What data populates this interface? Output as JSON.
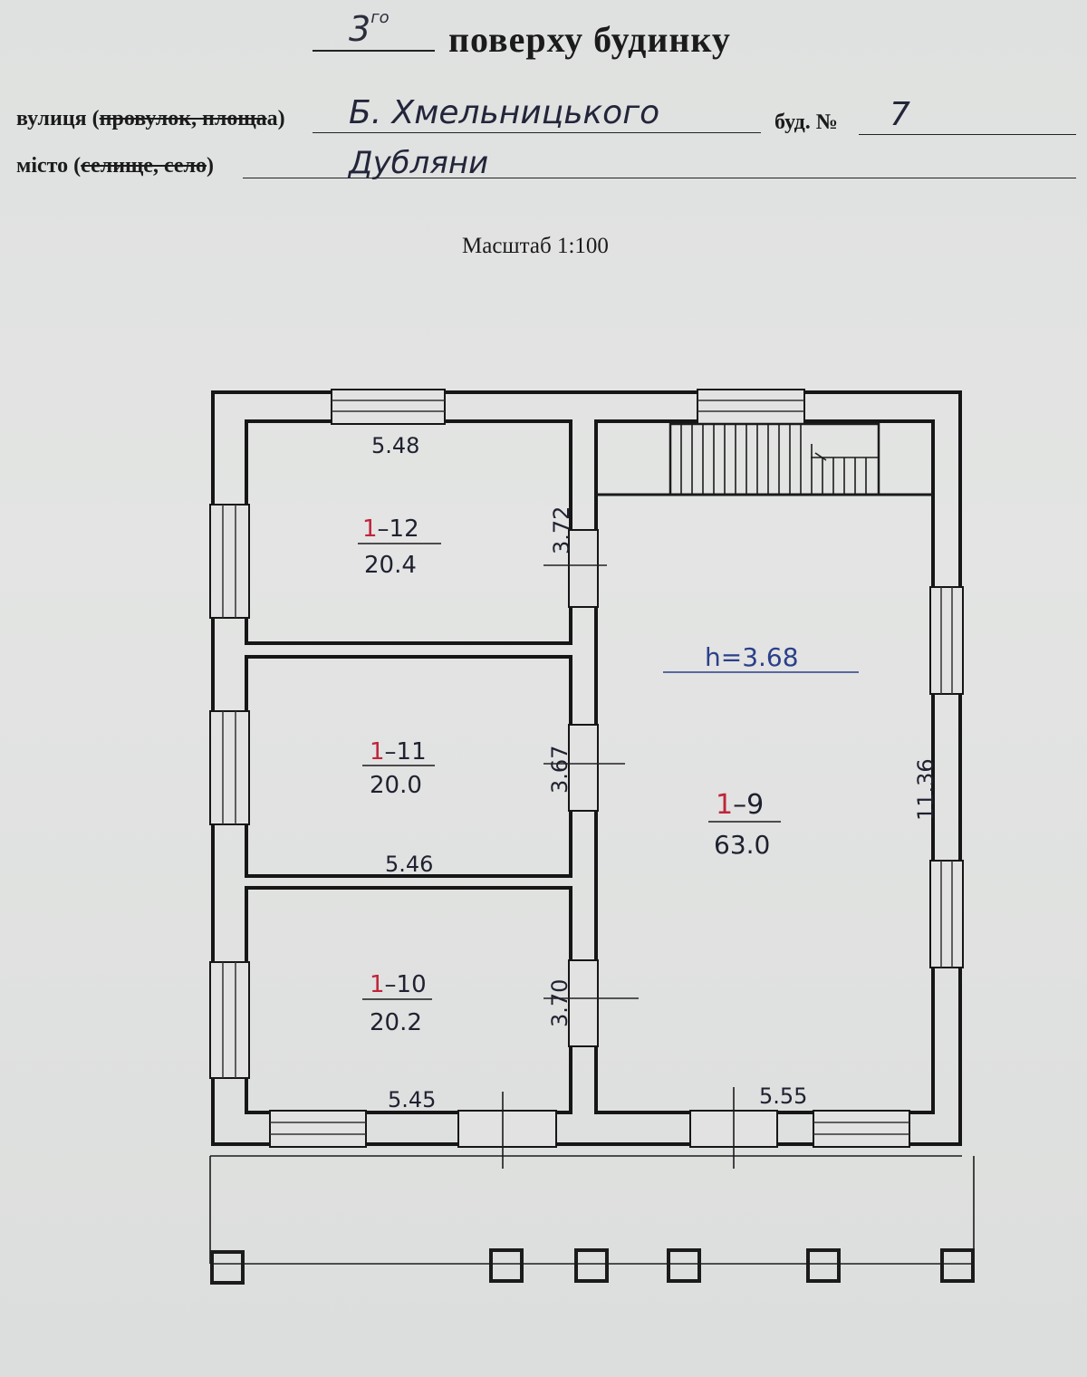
{
  "header": {
    "floor_number": "3",
    "floor_suffix": "го",
    "title": "поверху будинку"
  },
  "address": {
    "street_label": "вулиця",
    "street_struck": "провулок, площа",
    "street_value": "Б. Хмельницького",
    "building_label": "буд. №",
    "building_value": "7",
    "city_label": "місто",
    "city_struck": "селище, село",
    "city_value": "Дубляни"
  },
  "scale_label": "Масштаб 1:100",
  "rooms": [
    {
      "id": "room-1-12",
      "prefix": "1",
      "suffix": "–12",
      "area": "20.4",
      "width": "5.48",
      "depth": "3.72"
    },
    {
      "id": "room-1-11",
      "prefix": "1",
      "suffix": "–11",
      "area": "20.0",
      "width": "5.46",
      "depth": "3.67"
    },
    {
      "id": "room-1-10",
      "prefix": "1",
      "suffix": "–10",
      "area": "20.2",
      "width": "5.45",
      "depth": "3.70"
    },
    {
      "id": "room-1-9",
      "prefix": "1",
      "suffix": "–9",
      "area": "63.0",
      "width": "5.55",
      "depth": "11.36"
    }
  ],
  "ceiling_height": "h=3.68",
  "colors": {
    "room_prefix": "#c0243a",
    "ceiling_height": "#2b3f8a",
    "ink": "#1f2130"
  }
}
